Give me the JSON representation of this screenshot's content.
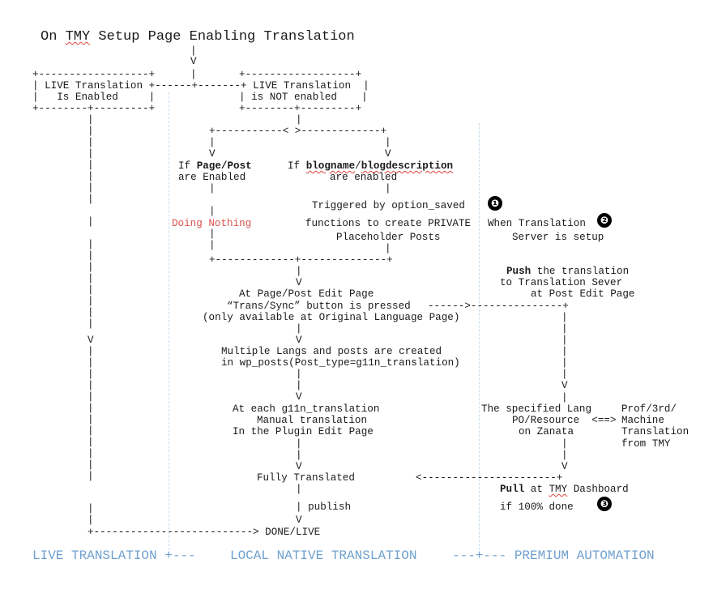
{
  "title": {
    "pre": "On ",
    "tmy": "TMY",
    "post": " Setup Page Enabling Translation"
  },
  "connectors": {
    "top_pipe": "|",
    "top_v": "V",
    "box_border": "+------------------+",
    "box_row_mid": "+------+-------+",
    "live_pipe_1": "|",
    "live_pipe_2": "|",
    "live_pipe_end": "|",
    "live_v": "V",
    "not_pipe": "|",
    "split_line": "+-----------< >-------------+",
    "branch_pipe": "|",
    "branch_v": "V",
    "merge_line": "+-------------+--------------+",
    "center_pipe": "|",
    "center_v": "V",
    "push_arrow": "------>---------------+",
    "right_pipe": "|",
    "right_v": "V",
    "pull_arrow": "<----------------------+",
    "done_line": "+--------------------------> DONE/LIVE"
  },
  "boxes": {
    "live_enabled": {
      "l1": "LIVE Translation",
      "l2": "Is Enabled"
    },
    "live_not_enabled": {
      "l1": "LIVE Translation",
      "l2": "is NOT enabled"
    }
  },
  "branches": {
    "page_post": {
      "if": "If ",
      "bold": "Page/Post",
      "l2": "are Enabled"
    },
    "blogname": {
      "if": "If ",
      "w1": "blogname",
      "slash": "/",
      "w2": "blogdescription",
      "l2": "are enabled"
    }
  },
  "private": {
    "l1": "Triggered by option_saved",
    "l2": "functions to create PRIVATE",
    "l3": "Placeholder Posts"
  },
  "doing_nothing": "Doing Nothing",
  "server": {
    "l1": "When Translation",
    "l2": "Server is setup"
  },
  "push": {
    "bold": "Push",
    "l1": " the translation",
    "l2": "to Translation Sever",
    "l3": "at Post Edit Page"
  },
  "edit_page": {
    "l1": "At Page/Post Edit Page",
    "l2": "“Trans/Sync” button is pressed",
    "l3": "(only available at Original Language Page)"
  },
  "multi": {
    "l1": "Multiple Langs and posts are created",
    "l2": "in wp_posts(Post_type=g11n_translation)"
  },
  "manual": {
    "l1": "At each g11n_translation",
    "l2": "Manual translation",
    "l3": "In the Plugin Edit Page"
  },
  "zanata": {
    "l1": "The specified Lang",
    "l2": "PO/Resource",
    "arrow": "<==>",
    "l3": "on Zanata"
  },
  "machine": {
    "l1": "Prof/3rd/",
    "l2": "Machine",
    "l3": "Translation",
    "l4": "from TMY"
  },
  "fully_translated": "Fully Translated",
  "pull": {
    "bold": "Pull",
    "at": " at ",
    "tmy": "TMY",
    "dash": " Dashboard",
    "l2": "if 100% done"
  },
  "publish": "| publish",
  "badges": [
    "❶",
    "❷",
    "❸"
  ],
  "footer": {
    "live": "LIVE TRANSLATION +---",
    "local": "LOCAL NATIVE TRANSLATION",
    "premium": "---+--- PREMIUM AUTOMATION"
  },
  "colors": {
    "section_label": "#6fa0cf",
    "doing_nothing": "#d9534f",
    "divider": "#c8dced"
  }
}
